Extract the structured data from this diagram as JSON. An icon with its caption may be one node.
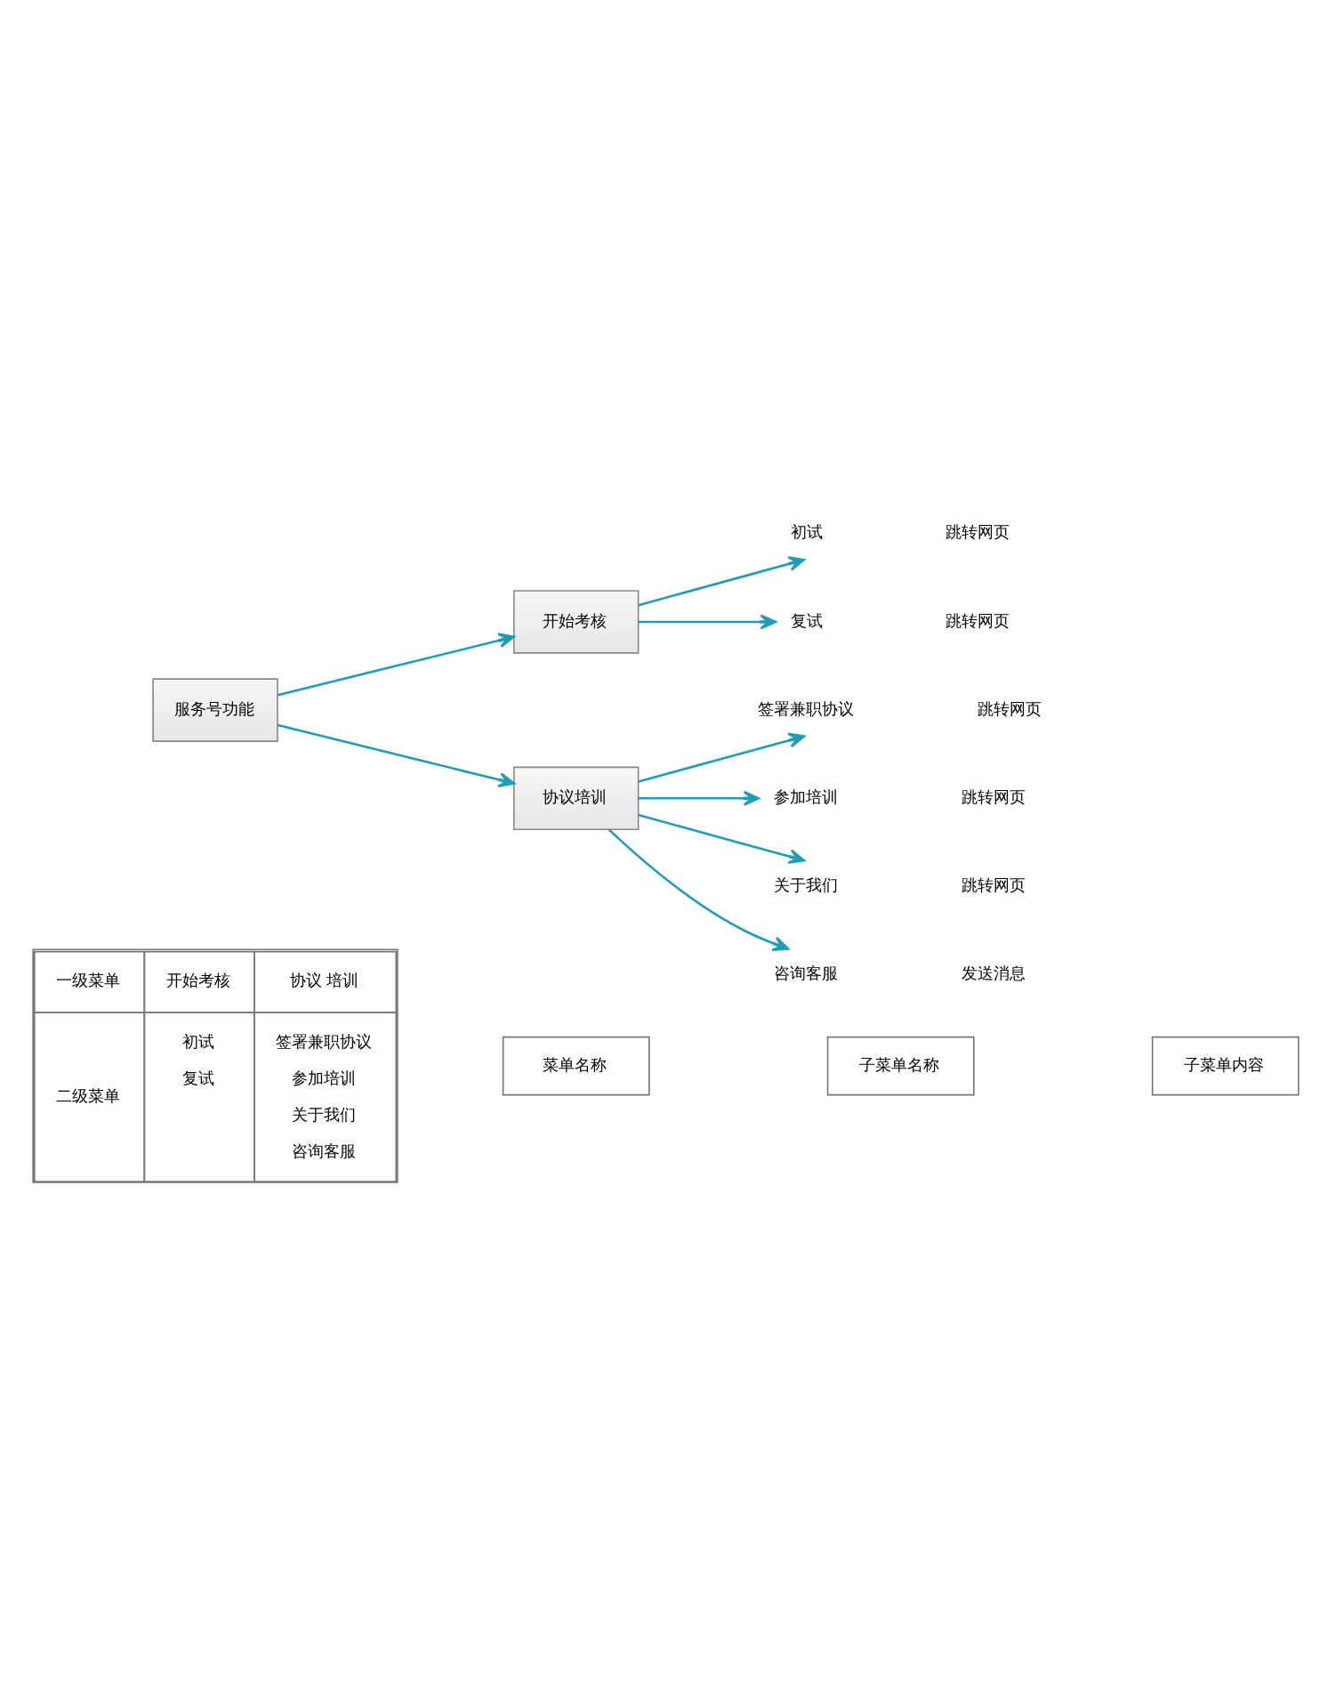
{
  "diagram": {
    "nodes": [
      {
        "text": [
          "菜单名称"
        ]
      },
      {
        "text": [
          "子菜单名称"
        ]
      },
      {
        "text": [
          "子菜单内容"
        ]
      },
      {
        "text": [
          "服务号功能"
        ]
      },
      {
        "text": [
          "开始考核"
        ]
      },
      {
        "text": [
          "初试"
        ],
        "beside": [
          "跳转网页"
        ]
      },
      {
        "text": [
          "复试"
        ],
        "beside": [
          "跳转网页"
        ]
      },
      {
        "text": [
          "协议培训"
        ]
      },
      {
        "text": [
          "签署兼职协议"
        ],
        "beside": [
          "跳转网页"
        ]
      },
      {
        "text": [
          "参加培训"
        ],
        "beside": [
          "跳转网页"
        ]
      },
      {
        "text": [
          "关于我们"
        ],
        "beside": [
          "跳转网页"
        ]
      },
      {
        "text": [
          "咨询客服"
        ],
        "beside": [
          "发送消息"
        ]
      }
    ],
    "edges": [
      {
        "from": 3,
        "to": 4,
        "arrow": "to"
      },
      {
        "from": 3,
        "to": 7,
        "arrow": "to"
      },
      {
        "from": 4,
        "to": 5,
        "arrow": "to"
      },
      {
        "from": 4,
        "to": 6,
        "arrow": "to"
      },
      {
        "from": 7,
        "to": 8,
        "arrow": "to"
      },
      {
        "from": 7,
        "to": 9,
        "arrow": "to"
      },
      {
        "from": 7,
        "to": 10,
        "arrow": "to"
      },
      {
        "from": 7,
        "to": 11,
        "arrow": "to"
      }
    ],
    "labels": [
      "一级菜单",
      "开始考核",
      "协议 培训",
      "二级菜单",
      "初试",
      "复试",
      "签署兼职协议",
      "参加培训",
      "关于我们",
      "咨询客服"
    ]
  }
}
